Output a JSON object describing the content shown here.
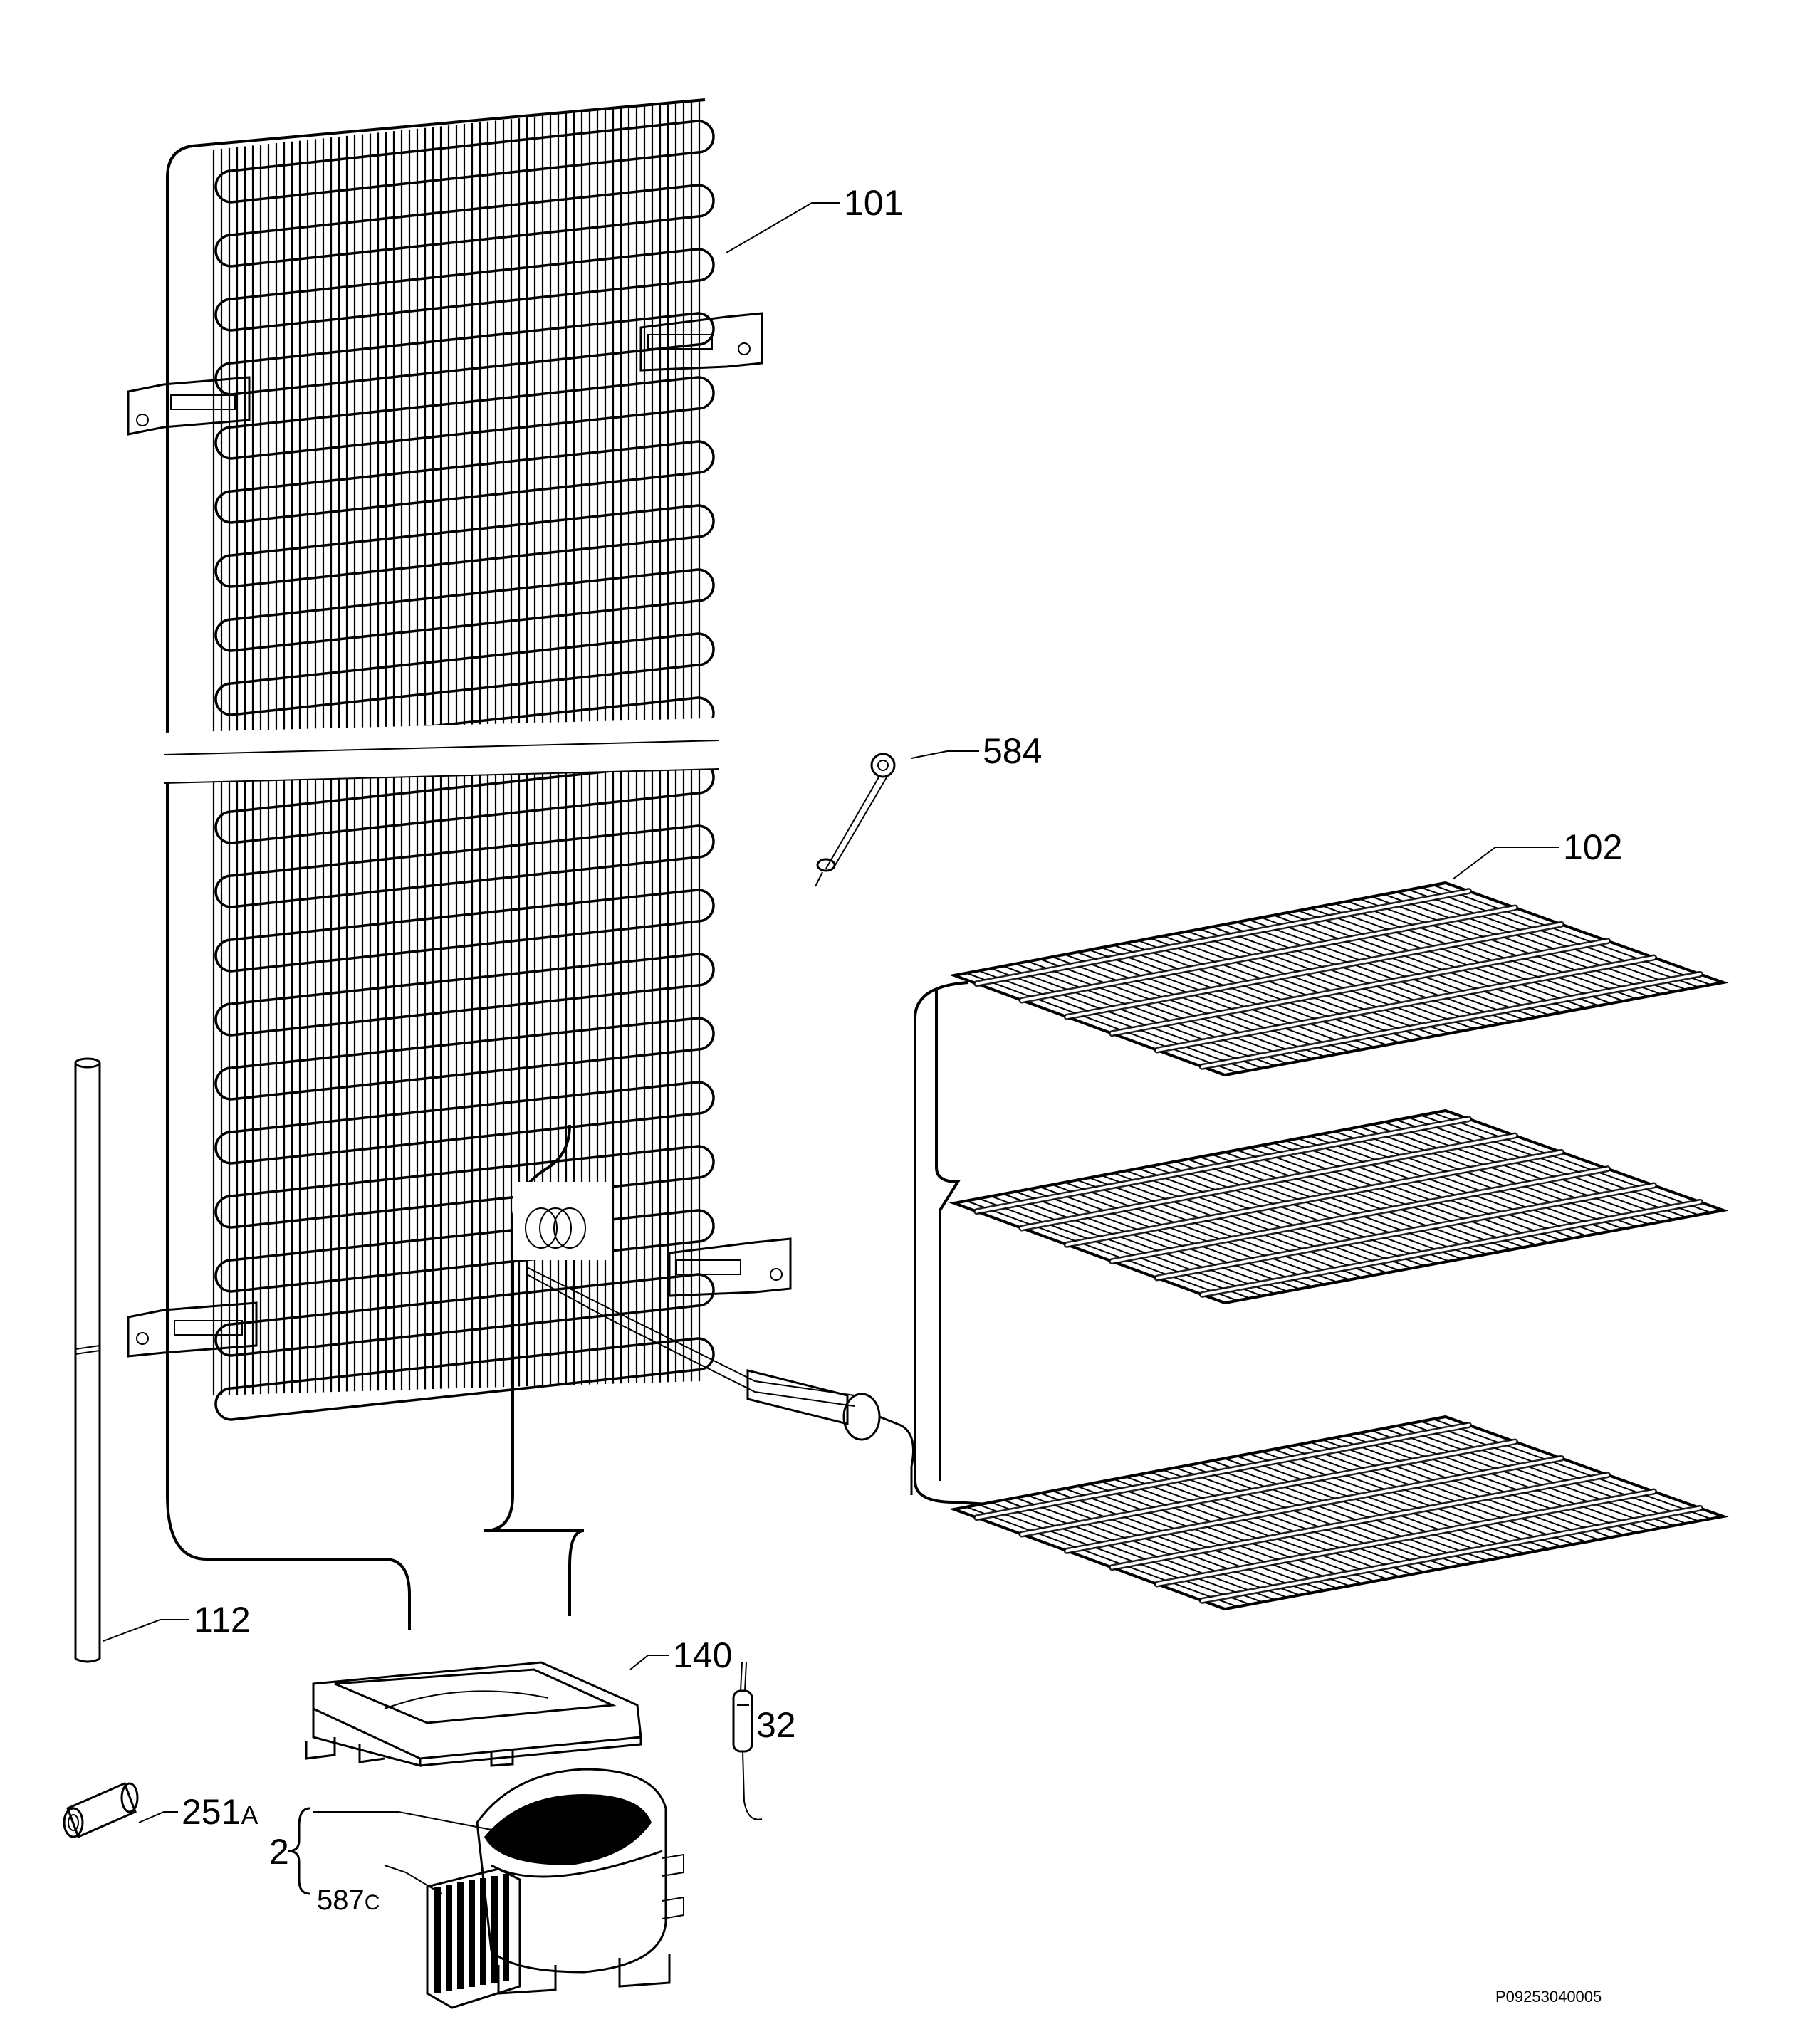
{
  "callouts": [
    {
      "id": "101",
      "text": "101"
    },
    {
      "id": "584",
      "text": "584"
    },
    {
      "id": "102",
      "text": "102"
    },
    {
      "id": "112",
      "text": "112"
    },
    {
      "id": "140",
      "text": "140"
    },
    {
      "id": "32",
      "text": "32"
    },
    {
      "id": "251",
      "text": "251",
      "suffix": "A"
    },
    {
      "id": "2",
      "text": "2"
    },
    {
      "id": "587",
      "text": "587",
      "suffix": "C"
    }
  ],
  "drawing_code": "P09253040005"
}
